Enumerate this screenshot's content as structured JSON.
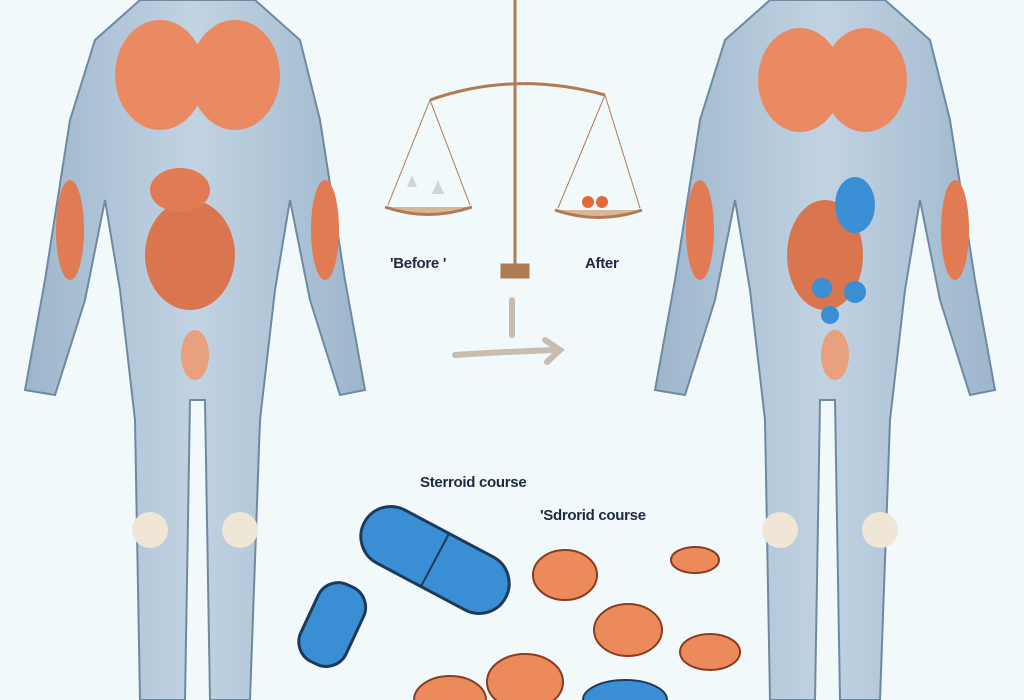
{
  "labels": {
    "before": "'Before '",
    "after": "After",
    "course_1": "Sterroid course",
    "course_2": "'Sdrorid course"
  },
  "colors": {
    "background": "#f2f9fb",
    "body": "#a9bfd3",
    "muscle": "#e98a62",
    "pill_blue": "#3a8fd4",
    "pill_orange": "#ec8a5c",
    "scale": "#b07a52"
  }
}
